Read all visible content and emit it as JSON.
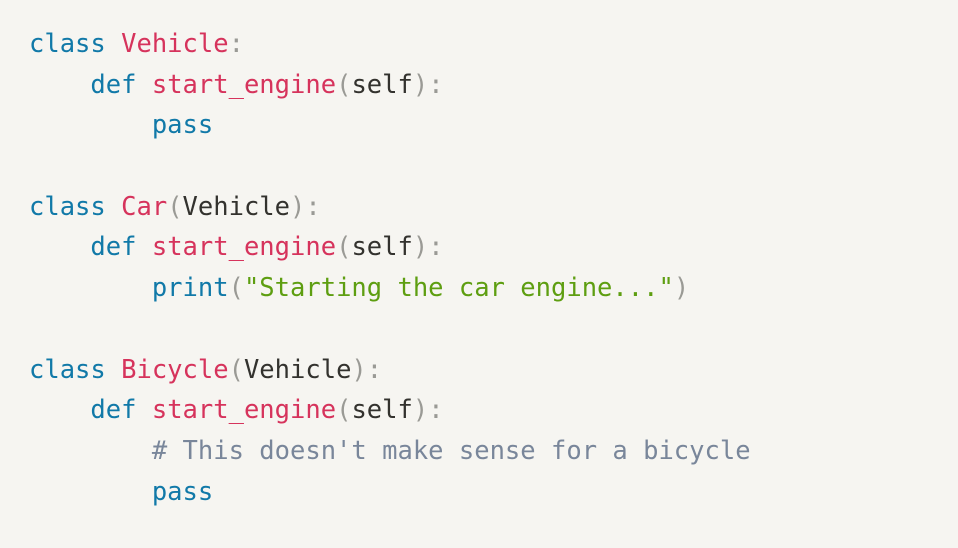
{
  "editor": {
    "language": "python",
    "background_color": "#f6f5f1",
    "theme_colors": {
      "keyword": "#1179a8",
      "class_name": "#d6335c",
      "function_name": "#d6335c",
      "builtin": "#1179a8",
      "name": "#33322e",
      "punctuation": "#9a9a95",
      "string": "#5e9e11",
      "comment": "#79869a"
    },
    "plain_text": "class Vehicle:\n    def start_engine(self):\n        pass\n\nclass Car(Vehicle):\n    def start_engine(self):\n        print(\"Starting the car engine...\")\n\nclass Bicycle(Vehicle):\n    def start_engine(self):\n        # This doesn't make sense for a bicycle\n        pass",
    "lines": [
      {
        "index": 1,
        "tokens": [
          {
            "text": "class",
            "type": "keyword"
          },
          {
            "text": " ",
            "type": "plain"
          },
          {
            "text": "Vehicle",
            "type": "classname"
          },
          {
            "text": ":",
            "type": "punct"
          }
        ]
      },
      {
        "index": 2,
        "tokens": [
          {
            "text": "    ",
            "type": "plain"
          },
          {
            "text": "def",
            "type": "keyword"
          },
          {
            "text": " ",
            "type": "plain"
          },
          {
            "text": "start_engine",
            "type": "funcname"
          },
          {
            "text": "(",
            "type": "punct"
          },
          {
            "text": "self",
            "type": "name"
          },
          {
            "text": ")",
            "type": "punct"
          },
          {
            "text": ":",
            "type": "punct"
          }
        ]
      },
      {
        "index": 3,
        "tokens": [
          {
            "text": "        ",
            "type": "plain"
          },
          {
            "text": "pass",
            "type": "keyword"
          }
        ]
      },
      {
        "index": 4,
        "tokens": []
      },
      {
        "index": 5,
        "tokens": [
          {
            "text": "class",
            "type": "keyword"
          },
          {
            "text": " ",
            "type": "plain"
          },
          {
            "text": "Car",
            "type": "classname"
          },
          {
            "text": "(",
            "type": "punct"
          },
          {
            "text": "Vehicle",
            "type": "name"
          },
          {
            "text": ")",
            "type": "punct"
          },
          {
            "text": ":",
            "type": "punct"
          }
        ]
      },
      {
        "index": 6,
        "tokens": [
          {
            "text": "    ",
            "type": "plain"
          },
          {
            "text": "def",
            "type": "keyword"
          },
          {
            "text": " ",
            "type": "plain"
          },
          {
            "text": "start_engine",
            "type": "funcname"
          },
          {
            "text": "(",
            "type": "punct"
          },
          {
            "text": "self",
            "type": "name"
          },
          {
            "text": ")",
            "type": "punct"
          },
          {
            "text": ":",
            "type": "punct"
          }
        ]
      },
      {
        "index": 7,
        "tokens": [
          {
            "text": "        ",
            "type": "plain"
          },
          {
            "text": "print",
            "type": "builtin"
          },
          {
            "text": "(",
            "type": "punct"
          },
          {
            "text": "\"Starting the car engine...\"",
            "type": "string"
          },
          {
            "text": ")",
            "type": "punct"
          }
        ]
      },
      {
        "index": 8,
        "tokens": []
      },
      {
        "index": 9,
        "tokens": [
          {
            "text": "class",
            "type": "keyword"
          },
          {
            "text": " ",
            "type": "plain"
          },
          {
            "text": "Bicycle",
            "type": "classname"
          },
          {
            "text": "(",
            "type": "punct"
          },
          {
            "text": "Vehicle",
            "type": "name"
          },
          {
            "text": ")",
            "type": "punct"
          },
          {
            "text": ":",
            "type": "punct"
          }
        ]
      },
      {
        "index": 10,
        "tokens": [
          {
            "text": "    ",
            "type": "plain"
          },
          {
            "text": "def",
            "type": "keyword"
          },
          {
            "text": " ",
            "type": "plain"
          },
          {
            "text": "start_engine",
            "type": "funcname"
          },
          {
            "text": "(",
            "type": "punct"
          },
          {
            "text": "self",
            "type": "name"
          },
          {
            "text": ")",
            "type": "punct"
          },
          {
            "text": ":",
            "type": "punct"
          }
        ]
      },
      {
        "index": 11,
        "tokens": [
          {
            "text": "        ",
            "type": "plain"
          },
          {
            "text": "# This doesn't make sense for a bicycle",
            "type": "comment"
          }
        ]
      },
      {
        "index": 12,
        "tokens": [
          {
            "text": "        ",
            "type": "plain"
          },
          {
            "text": "pass",
            "type": "keyword"
          }
        ]
      }
    ]
  }
}
